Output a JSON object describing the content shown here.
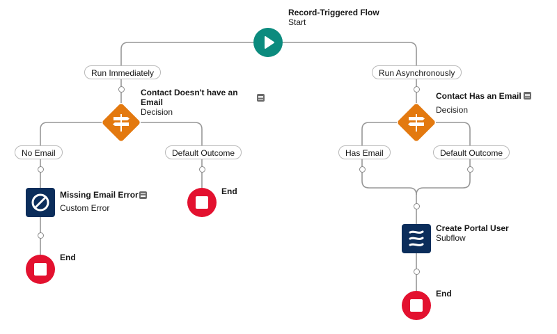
{
  "start": {
    "title": "Record-Triggered Flow",
    "subtitle": "Start",
    "icon": "play-icon",
    "color": "#0c8b7e"
  },
  "branches": {
    "left": {
      "label": "Run Immediately"
    },
    "right": {
      "label": "Run Asynchronously"
    }
  },
  "decision_left": {
    "title_line1": "Contact Doesn't have an",
    "title_line2": "Email",
    "type": "Decision",
    "icon": "decision-icon",
    "outcomes": [
      "No Email",
      "Default Outcome"
    ]
  },
  "decision_right": {
    "title": "Contact Has an Email",
    "type": "Decision",
    "icon": "decision-icon",
    "outcomes": [
      "Has Email",
      "Default Outcome"
    ]
  },
  "error_node": {
    "title": "Missing Email Error",
    "type": "Custom Error",
    "icon": "prohibited-icon"
  },
  "subflow_node": {
    "title": "Create Portal User",
    "type": "Subflow",
    "icon": "subflow-icon"
  },
  "end_labels": {
    "left": "End",
    "middle": "End",
    "right": "End"
  },
  "colors": {
    "start": "#0c8b7e",
    "decision": "#e3790f",
    "element": "#0b2d5b",
    "end": "#e3112f",
    "connector": "#979797"
  }
}
